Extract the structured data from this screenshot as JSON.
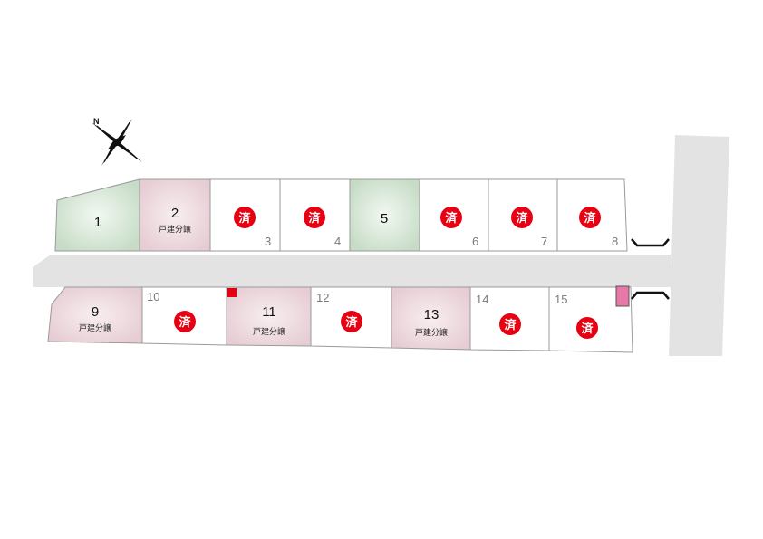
{
  "sold_mark": "済",
  "detached_tag": "戸建分譲",
  "lots": {
    "n1": "1",
    "n2": "2",
    "n3": "3",
    "n4": "4",
    "n5": "5",
    "n6": "6",
    "n7": "7",
    "n8": "8",
    "n9": "9",
    "n10": "10",
    "n11": "11",
    "n12": "12",
    "n13": "13",
    "n14": "14",
    "n15": "15"
  },
  "colors": {
    "sold_red": "#e60012",
    "road_gray": "#e3e3e3",
    "lot_green": "#cfe3cf",
    "lot_pink": "#ecd6db",
    "marker_pink": "#e878a8"
  }
}
